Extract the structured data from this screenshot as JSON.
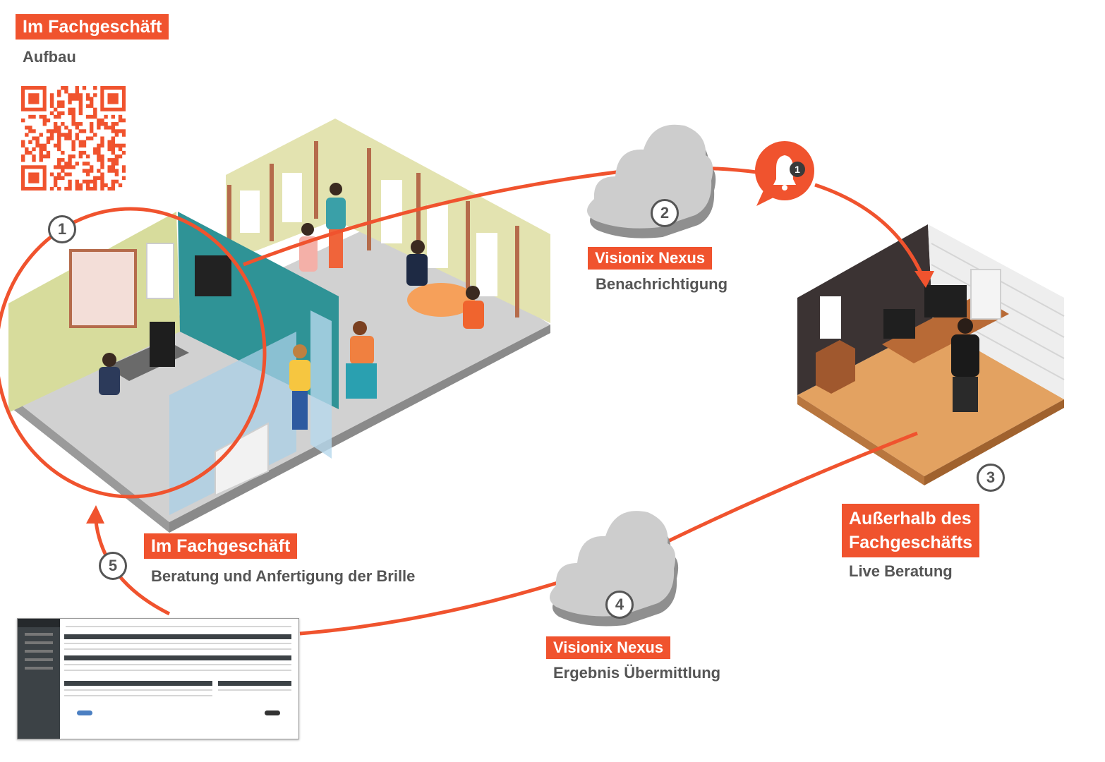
{
  "colors": {
    "accent": "#f0532e",
    "text": "#555555",
    "cloud": "#c9c9c9"
  },
  "header": {
    "title": "Im Fachgeschäft",
    "subtitle": "Aufbau"
  },
  "steps": [
    {
      "number": "1"
    },
    {
      "number": "2",
      "tag": "Visionix Nexus",
      "text": "Benachrichtigung"
    },
    {
      "number": "3",
      "tag_line1": "Außerhalb des",
      "tag_line2": "Fachgeschäfts",
      "text": "Live Beratung"
    },
    {
      "number": "4",
      "tag": "Visionix Nexus",
      "text": "Ergebnis Übermittlung"
    },
    {
      "number": "5",
      "tag": "Im Fachgeschäft",
      "text": "Beratung und Anfertigung der Brille"
    }
  ],
  "notification_badge": "1",
  "icons": [
    "qr-code-icon",
    "cloud-icon",
    "bell-icon",
    "arrow-icon"
  ]
}
